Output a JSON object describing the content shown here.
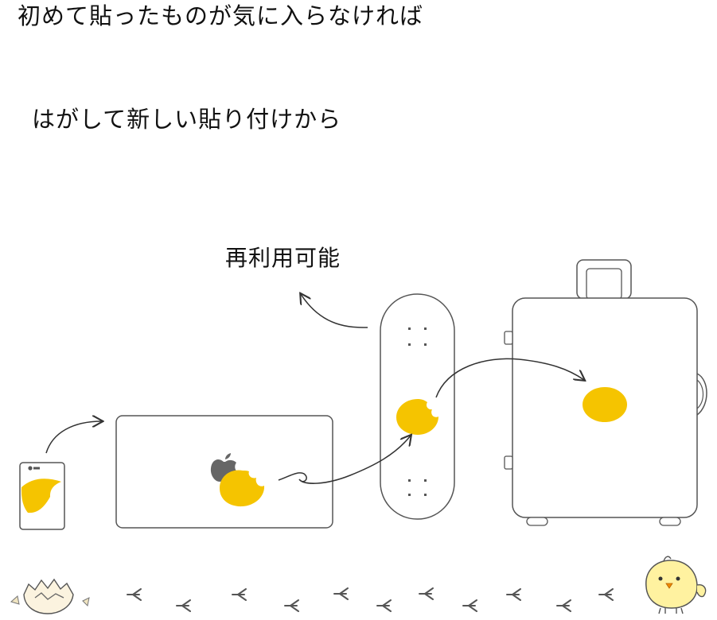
{
  "captions": {
    "line1": "初めて貼ったものが気に入らなければ",
    "line2": "はがして新しい貼り付けから",
    "reuse_label": "再利用可能"
  },
  "colors": {
    "sticker": "#f5c400",
    "outline": "#555555",
    "apple_logo": "#666666",
    "text": "#111111"
  },
  "icons": [
    "phone-icon",
    "laptop-icon",
    "apple-logo-icon",
    "skateboard-icon",
    "suitcase-icon",
    "egg-shell-icon",
    "chick-icon",
    "footprint-icon"
  ]
}
